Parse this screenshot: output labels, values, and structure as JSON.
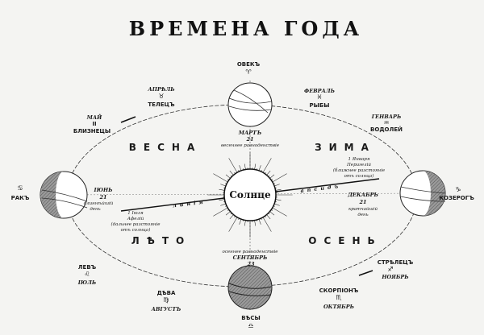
{
  "title": "ВРЕМЕНА ГОДА",
  "sun": "Солнце",
  "seasons": {
    "spring": "ВЕСНА",
    "winter": "ЗИМА",
    "summer": "ЛѢТО",
    "autumn": "ОСЕНЬ"
  },
  "apsides": {
    "word1": "линія",
    "word2": "апсидъ"
  },
  "signs": {
    "aries": {
      "name": "ОВЕКЪ",
      "symbol": "♈"
    },
    "taurus": {
      "month": "АПРѢЛЬ",
      "symbol": "♉",
      "name": "ТЕЛЕЦЪ"
    },
    "pisces": {
      "month": "ФЕВРАЛЬ",
      "symbol": "♓",
      "name": "РЫБЫ"
    },
    "aquarius": {
      "month": "ГЕНВАРЬ",
      "symbol": "♒",
      "name": "ВОДОЛЕЙ"
    },
    "gemini": {
      "month": "МАЙ",
      "symbol": "II",
      "name": "БЛИЗНЕЦЫ"
    },
    "cancer": {
      "symbol": "♋",
      "name": "РАКЪ"
    },
    "capricorn": {
      "symbol": "♑",
      "name": "КОЗЕРОГЪ"
    },
    "leo": {
      "name": "ЛЕВЪ",
      "symbol": "♌",
      "month": "ІЮЛЬ"
    },
    "virgo": {
      "name": "ДѢВА",
      "symbol": "♍",
      "month": "АВГУСТЪ"
    },
    "libra": {
      "name": "ВѢСЫ",
      "symbol": "♎"
    },
    "scorpio": {
      "name": "СКОРПІОНЪ",
      "symbol": "♏",
      "month": "ОКТЯБРЬ"
    },
    "sagittarius": {
      "name": "СТРѢЛЕЦЪ",
      "symbol": "♐",
      "month": "НОЯБРЬ"
    }
  },
  "events": {
    "march": {
      "month": "МАРТЪ",
      "day": "21",
      "desc": "весеннее равноденствіе"
    },
    "june": {
      "month": "ІЮНЬ",
      "day": "21",
      "desc1": "длиннѣйшій",
      "desc2": "день"
    },
    "aphelion": {
      "l1": "1 Іюля",
      "l2": "Афелій",
      "l3": "(дальнее разстояніе",
      "l4": "отъ солнца)"
    },
    "perihelion": {
      "l1": "1 Января",
      "l2": "Перигелій",
      "l3": "(ближнее разстояніе",
      "l4": "отъ солнца)"
    },
    "december": {
      "month": "ДЕКАБРЬ",
      "day": "21",
      "desc1": "кратчайшій",
      "desc2": "день"
    },
    "september": {
      "desc": "осеннее равноденствіе",
      "month": "СЕНТЯБРЬ",
      "day": "23"
    }
  }
}
